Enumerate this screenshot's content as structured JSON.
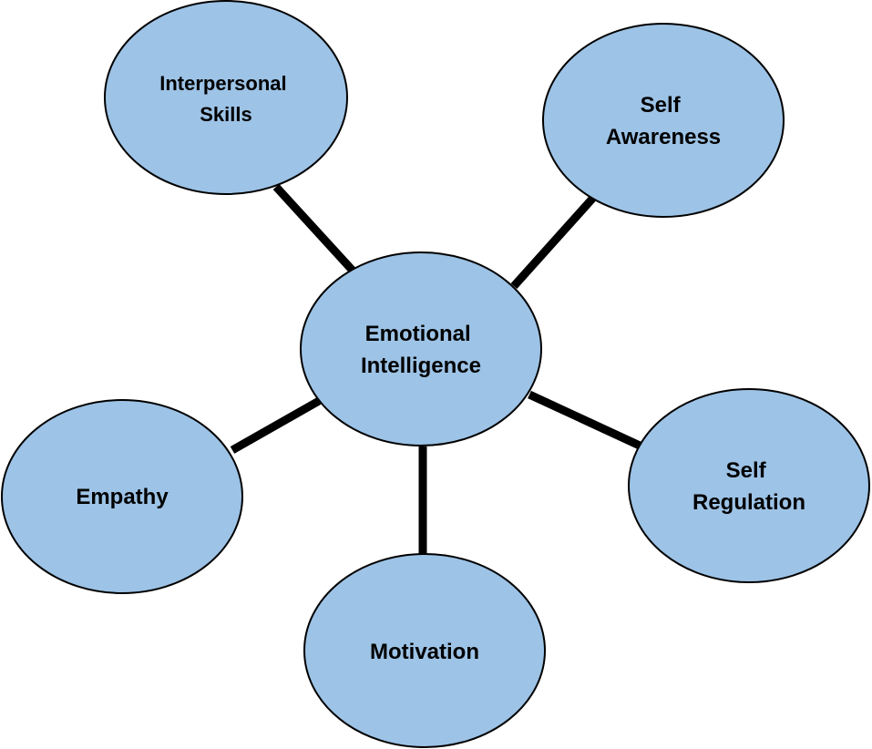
{
  "colors": {
    "node_fill": "#9dc3e6",
    "node_stroke": "#000000",
    "connector": "#000000",
    "text": "#000000",
    "background": "#ffffff"
  },
  "center": {
    "lines": [
      "Emotional",
      "Intelligence"
    ]
  },
  "nodes": [
    {
      "id": "interpersonal-skills",
      "lines": [
        "Interpersonal",
        "Skills"
      ]
    },
    {
      "id": "self-awareness",
      "lines": [
        "Self",
        "Awareness"
      ]
    },
    {
      "id": "self-regulation",
      "lines": [
        "Self",
        "Regulation"
      ]
    },
    {
      "id": "motivation",
      "lines": [
        "Motivation"
      ]
    },
    {
      "id": "empathy",
      "lines": [
        "Empathy"
      ]
    }
  ]
}
